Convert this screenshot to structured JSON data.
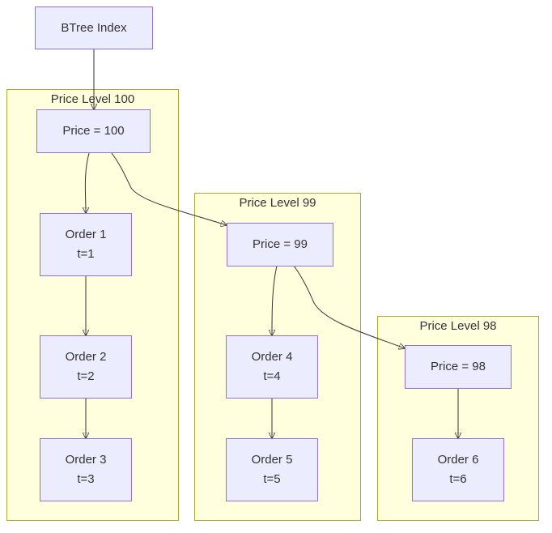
{
  "root": {
    "label": "BTree Index"
  },
  "groups": [
    {
      "title": "Price Level 100",
      "price": "Price = 100",
      "orders": [
        {
          "name": "Order 1",
          "time": "t=1"
        },
        {
          "name": "Order 2",
          "time": "t=2"
        },
        {
          "name": "Order 3",
          "time": "t=3"
        }
      ]
    },
    {
      "title": "Price Level 99",
      "price": "Price = 99",
      "orders": [
        {
          "name": "Order 4",
          "time": "t=4"
        },
        {
          "name": "Order 5",
          "time": "t=5"
        }
      ]
    },
    {
      "title": "Price Level 98",
      "price": "Price = 98",
      "orders": [
        {
          "name": "Order 6",
          "time": "t=6"
        }
      ]
    }
  ],
  "colors": {
    "node_fill": "#ececff",
    "node_border": "#9370db",
    "group_fill": "#ffffde",
    "group_border": "#aaaa33",
    "edge": "#333333",
    "text": "#333333"
  }
}
